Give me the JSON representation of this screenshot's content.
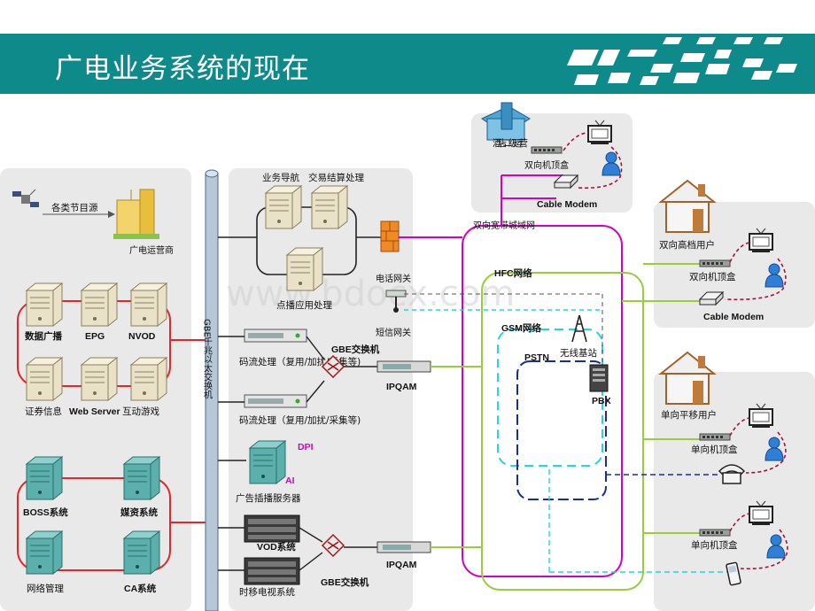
{
  "title": "广电业务系统的现在",
  "watermark": "www.bdocx.com",
  "colors": {
    "header": "#0f8a8a",
    "red": "#e0282c",
    "magenta": "#d400c8",
    "green": "#9acc3c",
    "cyan": "#22d6e0",
    "navy": "#1a2b9a"
  },
  "left": {
    "source": "各类节目源",
    "operator": "广电运营商",
    "servers_top": [
      "数据广播",
      "EPG",
      "NVOD"
    ],
    "servers_mid": [
      "证券信息",
      "Web Server",
      "互动游戏"
    ],
    "servers_bottom_a": [
      "BOSS系统",
      "媒资系统"
    ],
    "servers_bottom_b": [
      "网络管理",
      "CA系统"
    ]
  },
  "backbone": "GBE千兆以太交换机",
  "middle": {
    "svc1": "业务导航",
    "svc2": "交易结算处理",
    "vod_app": "点播应用处理",
    "phone_gw": "电话网关",
    "sms_gw": "短信网关",
    "mux1": "码流处理（复用/加扰/采集等)",
    "mux2": "码流处理（复用/加扰/采集等)",
    "gbe1": "GBE交换机",
    "gbe2": "GBE交换机",
    "ipqam1": "IPQAM",
    "ipqam2": "IPQAM",
    "dpi": "DPI",
    "ai": "AI",
    "ad_server": "广告插播服务器",
    "vod_sys": "VOD系统",
    "tshift": "时移电视系统"
  },
  "network": {
    "hotel": "酒店二级运营",
    "stb_two_way": "双向机顶盒",
    "cable_modem": "Cable Modem",
    "metro": "双向宽带城域网",
    "hfc": "HFC网络",
    "gsm": "GSM网络",
    "pstn": "PSTN",
    "base_station": "无线基站",
    "pbx": "PBX"
  },
  "right": {
    "hi_user": "双向高档用户",
    "stb_two_way": "双向机顶盒",
    "cable_modem": "Cable Modem",
    "one_way_user": "单向平移用户",
    "stb_one_way_1": "单向机顶盒",
    "stb_one_way_2": "单向机顶盒"
  }
}
